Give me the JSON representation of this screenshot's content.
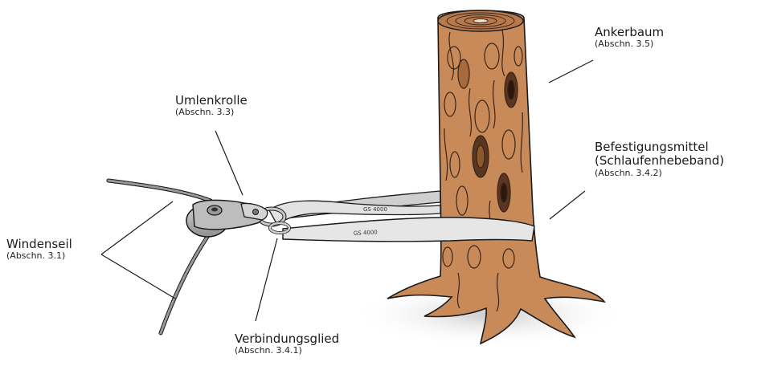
{
  "colors": {
    "wood": "#c98a5a",
    "wood_dark": "#3a2416",
    "strap": "#e6e6e6",
    "metal": "#b9b9b9",
    "line": "#1a1a1a"
  },
  "labels": {
    "anchor_tree": {
      "title": "Ankerbaum",
      "section": "(Abschn. 3.5)"
    },
    "pulley": {
      "title": "Umlenkrolle",
      "section": "(Abschn. 3.3)"
    },
    "fastener": {
      "title": "Befestigungsmittel",
      "title2": "(Schlaufenhebeband)",
      "section": "(Abschn. 3.4.2)"
    },
    "winch_rope": {
      "title": "Windenseil",
      "section": "(Abschn. 3.1)"
    },
    "connector": {
      "title": "Verbindungsglied",
      "section": "(Abschn. 3.4.1)"
    }
  },
  "strap_prints": [
    "GS 4000",
    "GS 4000"
  ]
}
